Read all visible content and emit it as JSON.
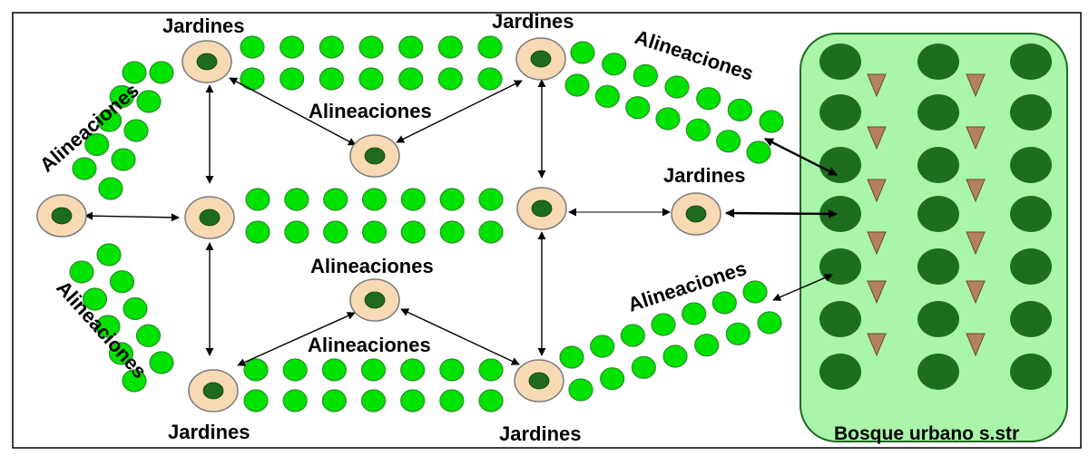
{
  "labels": {
    "jardines": "Jardines",
    "alineaciones": "Alineaciones",
    "bosque": "Bosque urbano s.str"
  },
  "colors": {
    "frame": "#000000",
    "tree_fill": "#00e200",
    "tree_stroke": "#2a8f2a",
    "garden_fill": "#f7d9b4",
    "garden_stroke": "#7a7a7a",
    "garden_core": "#1e6b1e",
    "forest_fill": "#a9f5a9",
    "forest_stroke": "#1f6b1f",
    "forest_tree": "#1e6e1e",
    "conifer": "#b38060",
    "arrow": "#000000",
    "arrow_light": "#555555"
  }
}
